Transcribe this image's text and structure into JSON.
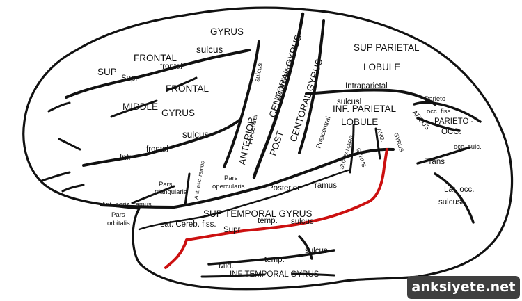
{
  "labels": {
    "gyrus_top": "GYRUS",
    "sup": "SUP",
    "frontal_upper": "FRONTAL",
    "sulcus_upper_frontal": "sulcus",
    "supr": "Supr",
    "frontal_small": "frontal",
    "middle": "MIDDLE",
    "frontal_mid": "FRONTAL",
    "gyrus_middle": "GYRUS",
    "infr": "Infr",
    "frontal_infr": "frontal",
    "sulcus_infr": "sulcus",
    "sulcus_precentral": "sulcus",
    "precentral": "Precentral",
    "anterior": "ANTERIOR",
    "centoral_gyrus_ant": "CENTORAL GYRUS",
    "central_sulcus": "Central sulcus",
    "post": "POST",
    "centoral_gyrus_post": "CENTORAL GYRUS",
    "postcentral": "Postcentral",
    "sulcusl_postcentral": "sulcusl",
    "sup_parietal": "SUP PARIETAL",
    "lobule_sup": "LOBULE",
    "intraparietal": "Intraparietal",
    "inf_parietal": "INF. PARIETAL",
    "lobule_inf": "LOBULE",
    "parieto": "Parieto",
    "occ_fiss": "occ. fiss.",
    "arcus": "ARCUS",
    "parieto_occ": "PARIETO -",
    "occ": "OCC.",
    "trans": "Trans",
    "occ_sulc": "occ. sulc.",
    "lat_occ": "Lat. occ.",
    "sulcusl_occ": "sulcusl",
    "supramarg": "SUPRAMARG.",
    "gyrus_supramarg": "GYRUS",
    "ang": "ANG.",
    "gyrus_ang": "GYRUS",
    "ant_asc_ramus": "Ant. asc. ramus",
    "pars_triangularis_1": "Pars",
    "pars_triangularis_2": "triangularis",
    "pars_opercularis_1": "Pars",
    "pars_opercularis_2": "opercularis",
    "ant_horiz_ramus": "Ant. horiz. ramus",
    "pars_orbitalis_1": "Pars",
    "pars_orbitalis_2": "orbitalis",
    "posterior": "Posterior",
    "ramus": "ramus",
    "lat_cereb_fiss": "Lat. Cereb. fiss.",
    "sup_temporal_gyrus": "SUP TEMPORAL GYRUS",
    "supr_temp": "Supr",
    "temp_upper": "temp.",
    "sulcus_temp": "sulcus",
    "sulcus_mid": "sulcus",
    "mid": "Mid.",
    "temp_mid": "temp.",
    "inf_temporal_gyrus": "INF TEMPORAL GYRUS"
  },
  "watermark": "anksiyete.net",
  "colors": {
    "outline": "#111111",
    "highlight": "#cc1010",
    "watermark_bg": "#3f3f3f",
    "watermark_text": "#ffffff"
  }
}
